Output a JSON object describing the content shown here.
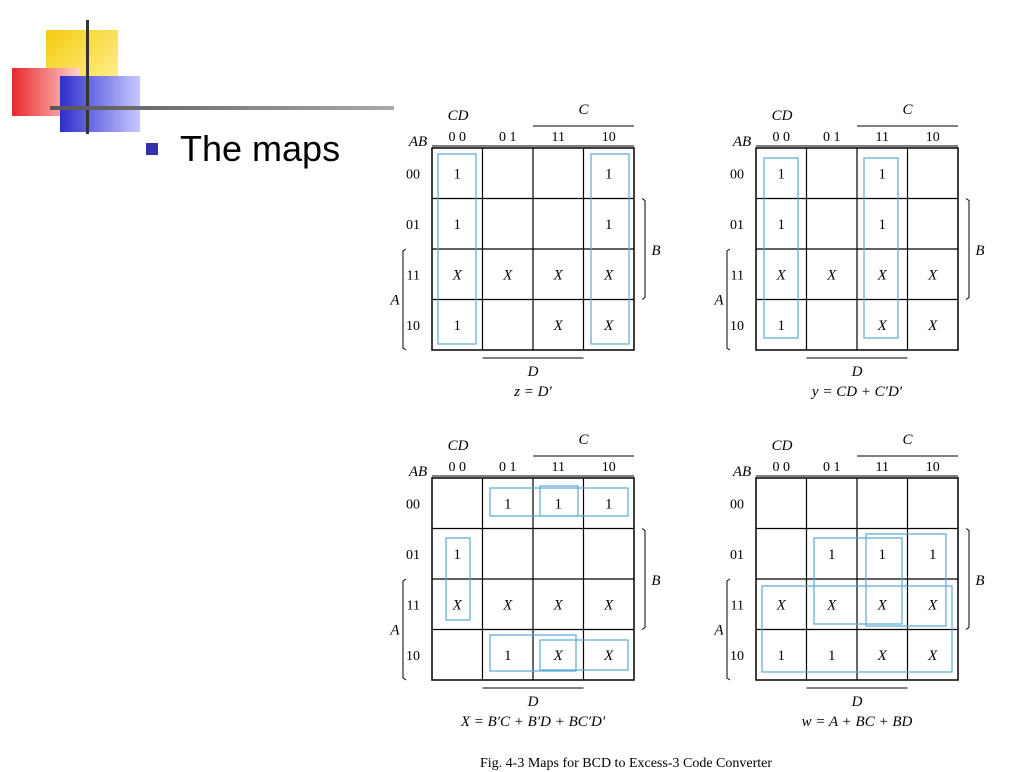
{
  "slide": {
    "bullet": "The maps",
    "caption": "Fig. 4-3  Maps for BCD to Excess-3 Code Converter",
    "colors": {
      "yellow": "#f7d21c",
      "red": "#ee3333",
      "blue": "#3333cc",
      "loop": "#5aa8d8",
      "bullet": "#3333aa"
    }
  },
  "labels": {
    "cd": "CD",
    "ab": "AB",
    "c": "C",
    "d": "D",
    "a": "A",
    "b": "B"
  },
  "col_headers": [
    "0 0",
    "0 1",
    "11",
    "10"
  ],
  "row_headers": [
    "00",
    "01",
    "11",
    "10"
  ],
  "maps": [
    {
      "name": "z",
      "equation": "z = D′",
      "cells": [
        [
          "1",
          "",
          "",
          "1"
        ],
        [
          "1",
          "",
          "",
          "1"
        ],
        [
          "X",
          "X",
          "X",
          "X"
        ],
        [
          "1",
          "",
          "X",
          "X"
        ]
      ]
    },
    {
      "name": "y",
      "equation": "y = CD + C′D′",
      "cells": [
        [
          "1",
          "",
          "1",
          ""
        ],
        [
          "1",
          "",
          "1",
          ""
        ],
        [
          "X",
          "X",
          "X",
          "X"
        ],
        [
          "1",
          "",
          "X",
          "X"
        ]
      ]
    },
    {
      "name": "x",
      "equation": "X = B′C + B′D + BC′D′",
      "cells": [
        [
          "",
          "1",
          "1",
          "1"
        ],
        [
          "1",
          "",
          "",
          ""
        ],
        [
          "X",
          "X",
          "X",
          "X"
        ],
        [
          "",
          "1",
          "X",
          "X"
        ]
      ]
    },
    {
      "name": "w",
      "equation": "w = A + BC + BD",
      "cells": [
        [
          "",
          "",
          "",
          ""
        ],
        [
          "",
          "1",
          "1",
          "1"
        ],
        [
          "X",
          "X",
          "X",
          "X"
        ],
        [
          "1",
          "1",
          "X",
          "X"
        ]
      ]
    }
  ]
}
